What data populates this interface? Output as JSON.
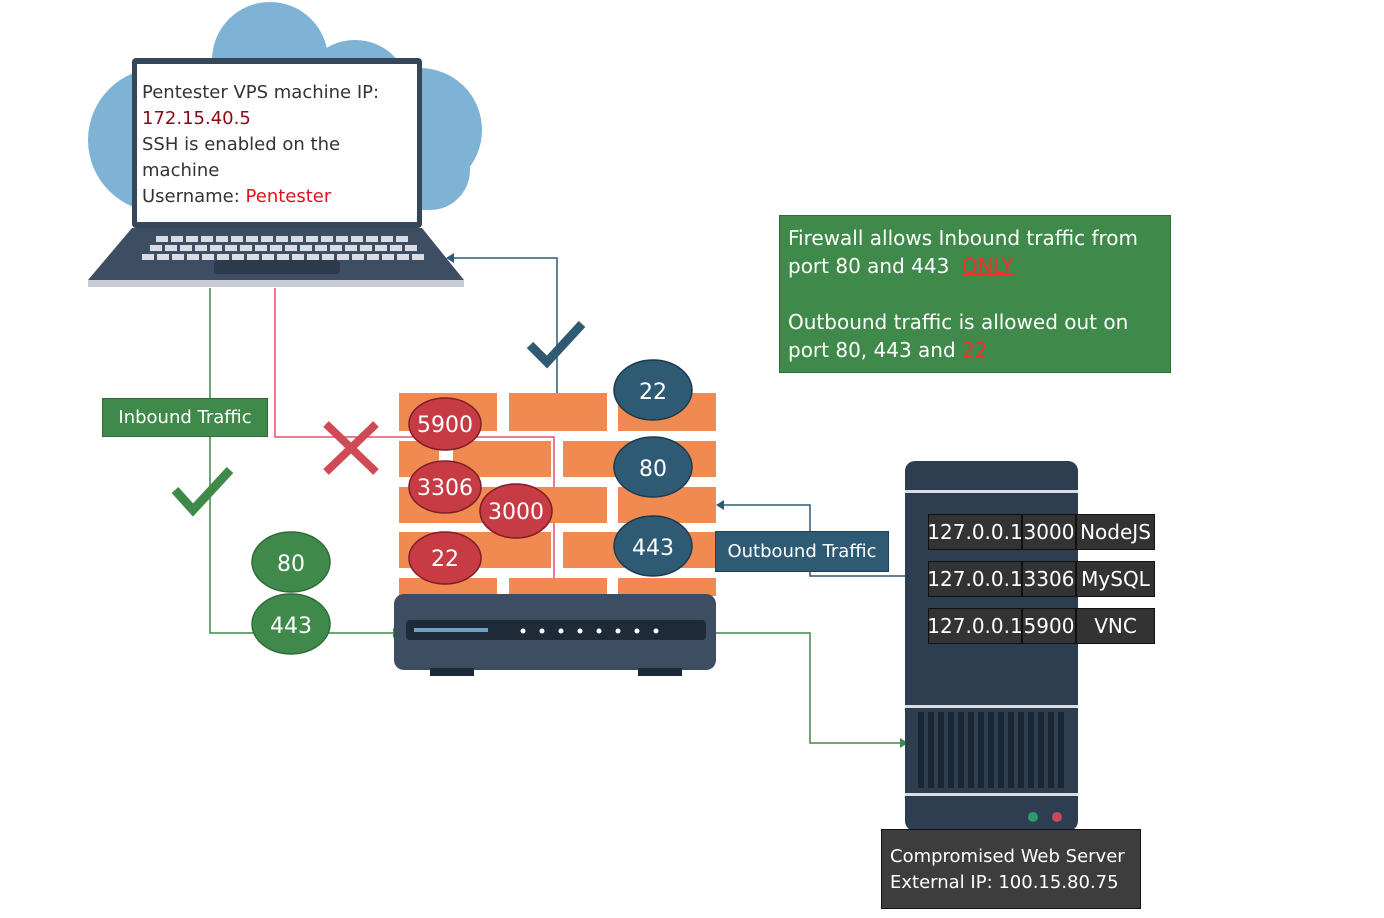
{
  "laptop_screen": {
    "line1": "Pentester VPS machine IP:",
    "ip": "172.15.40.5",
    "line2": "SSH is enabled on the",
    "line3": "machine",
    "user_label": "Username: ",
    "user_value": "Pentester"
  },
  "firewall_note": {
    "inbound_text": "Firewall allows Inbound traffic from port 80 and 443",
    "inbound_emphasis": "ONLY",
    "outbound_text": "Outbound traffic is allowed out on port 80, 443 and",
    "outbound_port": "22"
  },
  "labels": {
    "inbound": "Inbound Traffic",
    "outbound": "Outbound Traffic"
  },
  "wall_ports_blocked": [
    "5900",
    "3306",
    "3000",
    "22"
  ],
  "wall_ports_open": [
    "22",
    "80",
    "443"
  ],
  "inbound_ports": [
    "80",
    "443"
  ],
  "server_services": [
    {
      "ip": "127.0.0.1",
      "port": "3000",
      "name": "NodeJS"
    },
    {
      "ip": "127.0.0.1",
      "port": "3306",
      "name": "MySQL"
    },
    {
      "ip": "127.0.0.1",
      "port": "5900",
      "name": "VNC"
    }
  ],
  "server_caption": {
    "line1": "Compromised Web Server",
    "line2": "External IP: 100.15.80.75"
  },
  "colors": {
    "cloud": "#7fb3d5",
    "brick": "#f08a50",
    "blocked": "#c73b45",
    "open": "#2f5a74",
    "allowed_green": "#3f8a4a",
    "server": "#2c3e50"
  }
}
